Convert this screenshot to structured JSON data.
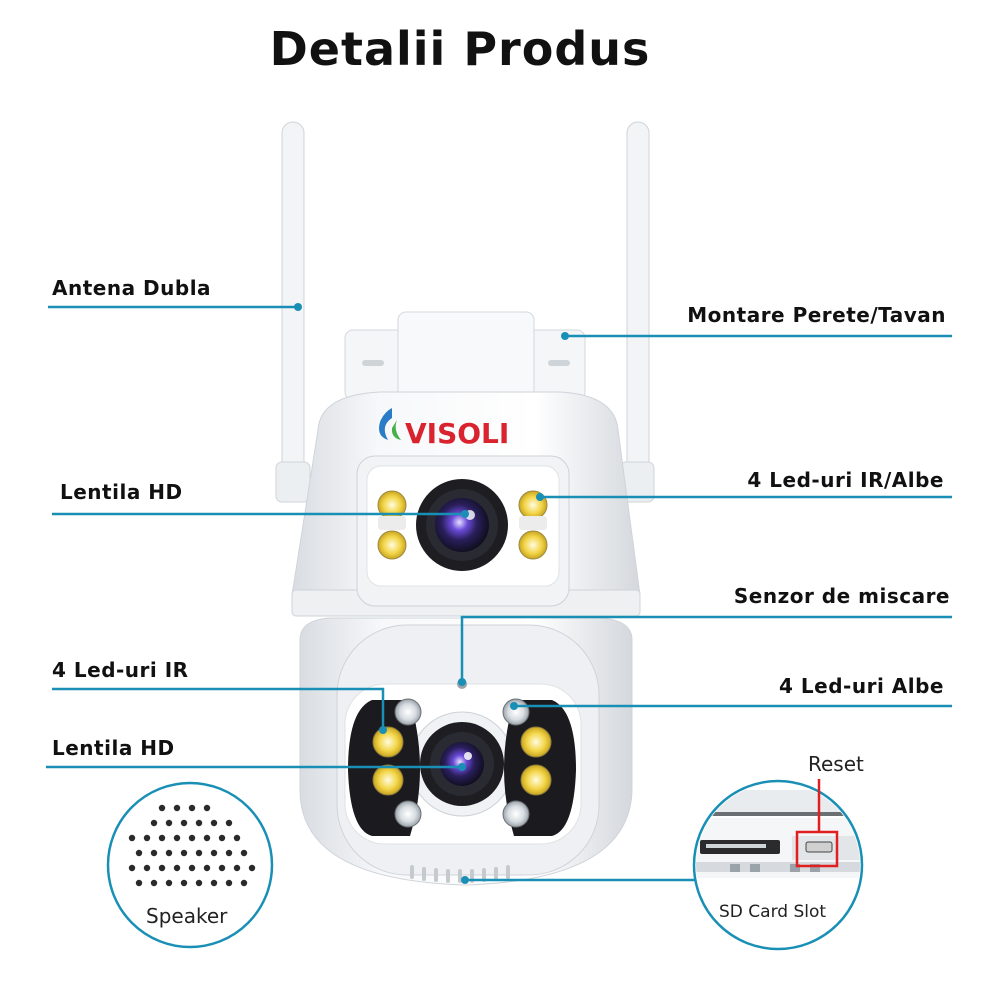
{
  "title": "Detalii Produs",
  "brand": "VISOLI",
  "labels": {
    "antenna": "Antena Dubla",
    "mount": "Montare Perete/Tavan",
    "lens_top": "Lentila HD",
    "leds_ir_white": "4 Led-uri IR/Albe",
    "motion_sensor": "Senzor de miscare",
    "leds_ir": "4 Led-uri IR",
    "leds_white": "4 Led-uri Albe",
    "lens_bottom": "Lentila HD",
    "reset": "Reset",
    "speaker": "Speaker",
    "sd_slot": "SD Card Slot"
  },
  "colors": {
    "callout_line": "#1a8fb5",
    "circle_border": "#1a8fb5",
    "brand_red": "#d9232e",
    "reset_box": "#e02020",
    "led_warm": "#f3d64a"
  }
}
